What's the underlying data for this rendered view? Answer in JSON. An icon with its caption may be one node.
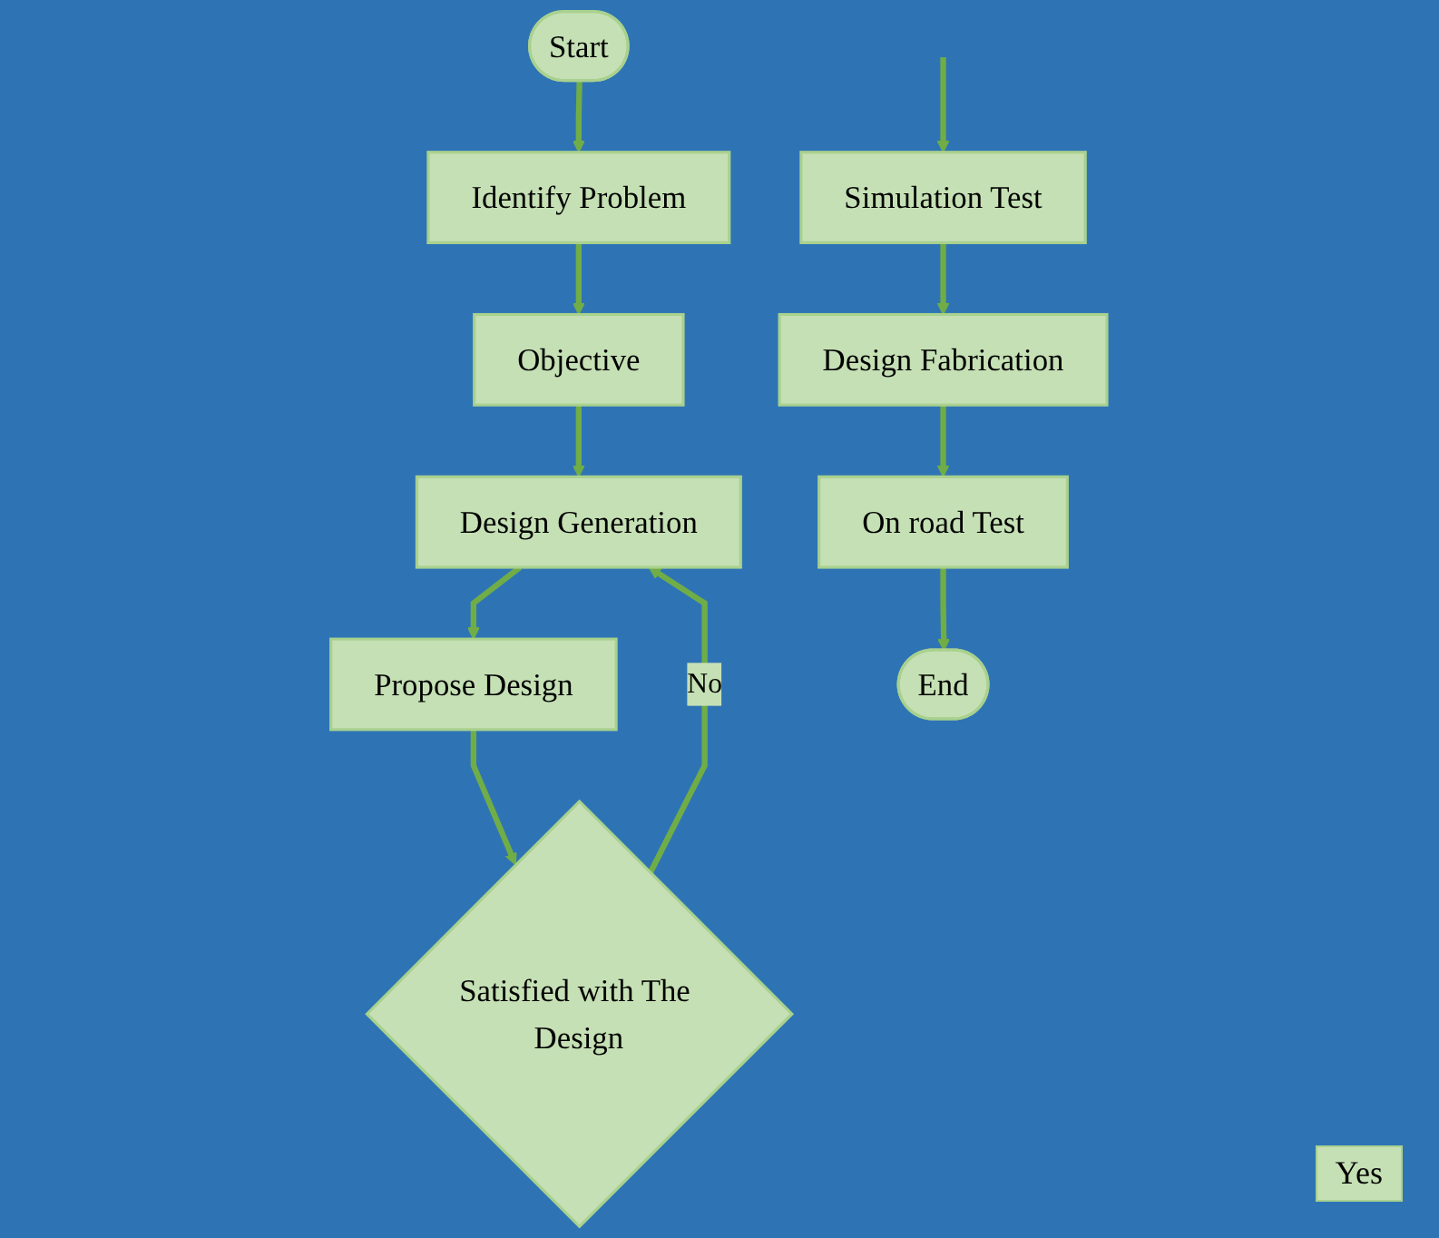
{
  "diagram": {
    "nodes": [
      {
        "text": [
          "Start"
        ]
      },
      {
        "text": [
          "Identify Problem"
        ]
      },
      {
        "text": [
          "Objective"
        ]
      },
      {
        "text": [
          "Design Generation"
        ]
      },
      {
        "text": [
          "Propose Design"
        ]
      },
      {
        "text": [
          "Satisfied with The Design"
        ]
      },
      {
        "text": [
          "End"
        ]
      },
      {
        "text": [
          "On road Test"
        ]
      },
      {
        "text": [
          "Design Fabrication"
        ]
      },
      {
        "text": [
          "Simulation Test"
        ]
      }
    ],
    "edges": [
      {
        "from": 0,
        "to": 1,
        "arrow": "to"
      },
      {
        "from": 1,
        "to": 2,
        "arrow": "to"
      },
      {
        "from": 2,
        "to": 3,
        "arrow": "to"
      },
      {
        "from": 3,
        "to": 4,
        "arrow": "to"
      },
      {
        "from": 4,
        "to": 5,
        "arrow": "to"
      },
      {
        "from": 5,
        "to": 3,
        "arrow": "to",
        "label": "No"
      },
      {
        "from": 9,
        "to": 8,
        "arrow": "to"
      },
      {
        "from": 8,
        "to": 7,
        "arrow": "to"
      },
      {
        "from": 7,
        "to": 6,
        "arrow": "to"
      },
      {
        "from": null,
        "to": 9,
        "arrow": "to"
      }
    ],
    "labels": [
      "Yes"
    ]
  }
}
